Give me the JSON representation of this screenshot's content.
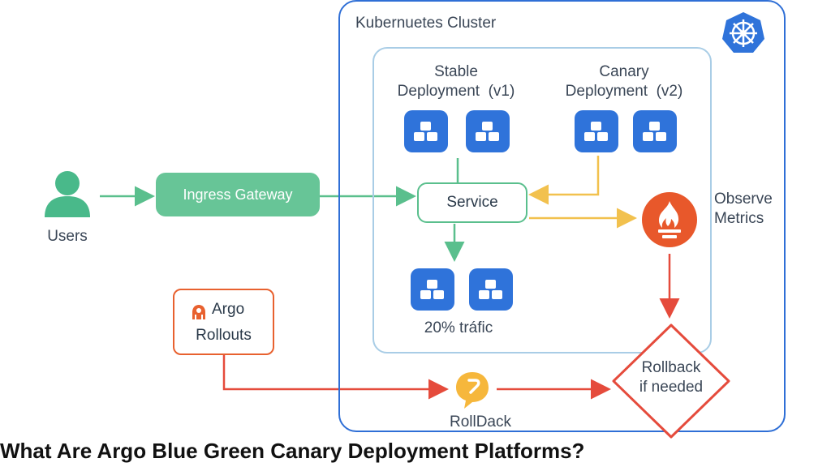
{
  "cluster": {
    "title": "Kubernuetes Cluster",
    "icon": "kubernetes-helm-icon"
  },
  "stable": {
    "line1": "Stable",
    "line2": "Deployment  (v1)"
  },
  "canary": {
    "line1": "Canary",
    "line2": "Deployment  (v2)"
  },
  "users": {
    "label": "Users",
    "icon": "user-icon"
  },
  "ingress": {
    "label": "Ingress Gateway"
  },
  "service": {
    "label": "Service"
  },
  "traffic": {
    "label": "20% tráfic"
  },
  "observe": {
    "line1": "Observe",
    "line2": "Metrics",
    "icon": "prometheus-flame-icon"
  },
  "rollback_decision": {
    "line1": "Rollback",
    "line2": "if needed"
  },
  "argo": {
    "line1": "Argo",
    "line2": "Rollouts",
    "icon": "argo-icon"
  },
  "rollback": {
    "label": "RollDack",
    "icon": "rollback-bubble-icon"
  },
  "footer": {
    "title": "What Are Argo Blue Green Canary Deployment Platforms?"
  },
  "colors": {
    "blue": "#2f73da",
    "green": "#5abf8d",
    "yellow": "#f2c14e",
    "red": "#e54b3c",
    "orange": "#e8612f"
  }
}
